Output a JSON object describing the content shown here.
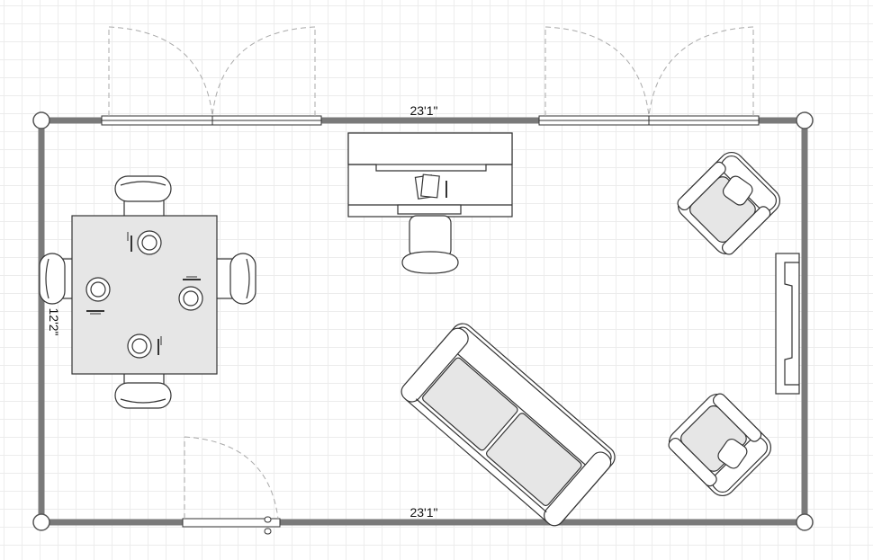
{
  "dimensions": {
    "top": "23'1\"",
    "bottom": "23'1\"",
    "left": "12'2\""
  },
  "colors": {
    "wall": "#7a7a7a",
    "furniture_fill": "#e6e6e6",
    "grid": "#ececec"
  },
  "furniture": [
    "dining-table",
    "dining-chair",
    "desk",
    "office-chair",
    "sofa",
    "armchair",
    "console-table"
  ],
  "openings": [
    "french-door",
    "single-door"
  ]
}
